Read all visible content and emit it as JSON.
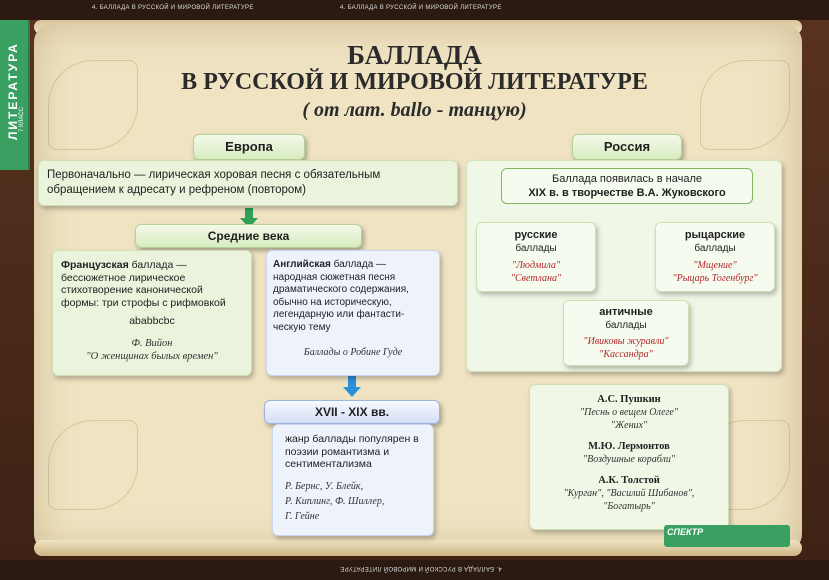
{
  "header": {
    "top_caption": "4. БАЛЛАДА В РУССКОЙ И МИРОВОЙ ЛИТЕРАТУРЕ",
    "top_caption_center": "4. БАЛЛАДА В РУССКОЙ И МИРОВОЙ ЛИТЕРАТУРЕ",
    "bottom_caption": "4. БАЛЛАДА В РУССКОЙ И МИРОВОЙ ЛИТЕРАТУРЕ"
  },
  "side": {
    "subject": "ЛИТЕРАТУРА",
    "grade": "7 КЛАСС"
  },
  "title": {
    "line1": "БАЛЛАДА",
    "line2": "В РУССКОЙ И МИРОВОЙ ЛИТЕРАТУРЕ",
    "line3": "( от лат. ballo - танцую)"
  },
  "europe": {
    "head": "Европа",
    "intro": "Первоначально — лирическая хоровая песня с обязательным обращением к адресату и рефреном (повтором)",
    "middle_ages": "Средние века",
    "french": {
      "lead": "Французская",
      "text": " баллада — бессюжетное лирическое стихотворение канонической формы: три строфы с рифмовкой",
      "scheme": "ababbcbc",
      "author": "Ф. Вийон",
      "work": "\"О женщинах былых времен\""
    },
    "english": {
      "lead": "Английская",
      "text": " баллада — народная сюжетная песня драматического содержания, обычно на историческую, легендарную или фантасти-ческую тему",
      "work": "Баллады о Робине Гуде"
    },
    "period": "XVII - XIX вв.",
    "period_text": "жанр баллады популярен в поэзии романтизма и сентиментализма",
    "authors": [
      "Р. Бернс, У. Блейк,",
      "Р. Киплинг, Ф. Шиллер,",
      "Г. Гейне"
    ]
  },
  "russia": {
    "head": "Россия",
    "intro": "Баллада появилась в начале",
    "intro_bold": "XIX в. в творчестве В.А. Жуковского",
    "russian": {
      "title": "русские",
      "sub": "баллады",
      "works": [
        "\"Людмила\"",
        "\"Светлана\""
      ]
    },
    "knight": {
      "title": "рыцарские",
      "sub": "баллады",
      "works": [
        "\"Мщение\"",
        "\"Рыцарь Тогенбург\""
      ]
    },
    "antique": {
      "title": "античные",
      "sub": "баллады",
      "works": [
        "\"Ивиковы журавли\"",
        "\"Кассандра\""
      ]
    },
    "poets": [
      {
        "name": "А.С. Пушкин",
        "works": [
          "\"Песнь о вещем Олеге\"",
          "\"Жених\""
        ]
      },
      {
        "name": "М.Ю. Лермонтов",
        "works": [
          "\"Воздушные корабли\""
        ]
      },
      {
        "name": "А.К. Толстой",
        "works": [
          "\"Курган\", \"Василий Шибанов\",",
          "\"Богатырь\""
        ]
      }
    ]
  },
  "publisher": {
    "logo": "СПЕКТР"
  },
  "colors": {
    "green_accent": "#3aa061",
    "arrow": "#2fa05a",
    "blue_arrow": "#2d8fd6",
    "parchment": "#efe3c2",
    "red_text": "#b3262b"
  }
}
